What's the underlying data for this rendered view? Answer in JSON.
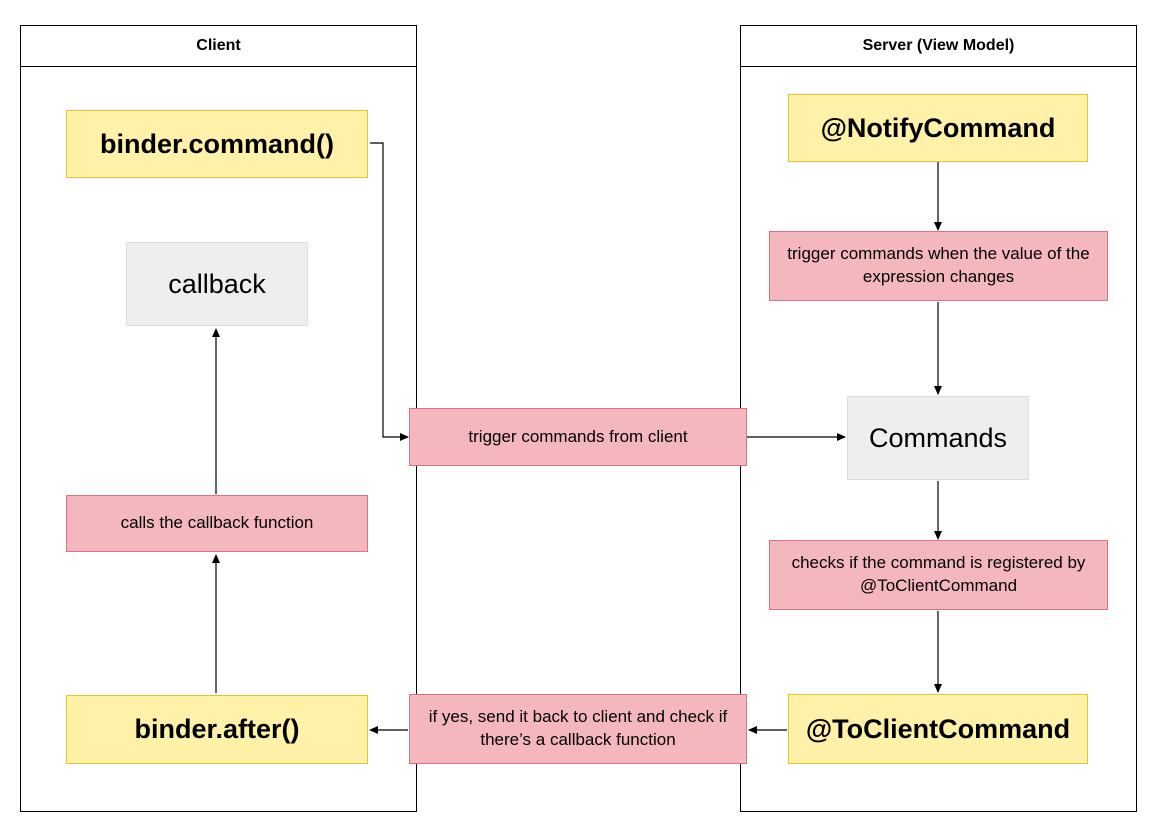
{
  "lanes": {
    "client": {
      "title": "Client"
    },
    "server": {
      "title": "Server (View Model)"
    }
  },
  "nodes": {
    "binder_command": "binder.command()",
    "callback": "callback",
    "calls_callback": "calls the callback function",
    "binder_after": "binder.after()",
    "trigger_from_client": "trigger commands from client",
    "send_back": "if yes, send it back to client and check if there’s a callback function",
    "notify_command": "@NotifyCommand",
    "trigger_on_change": "trigger commands when the value of the expression changes",
    "commands": "Commands",
    "checks_registered": "checks if the command is registered by @ToClientCommand",
    "to_client_command": "@ToClientCommand"
  },
  "colors": {
    "yellow_fill": "#fff2a8",
    "yellow_border": "#e2c431",
    "pink_fill": "#f4b7bd",
    "pink_border": "#d8737f",
    "gray_fill": "#eeeeee",
    "line": "#000000"
  }
}
